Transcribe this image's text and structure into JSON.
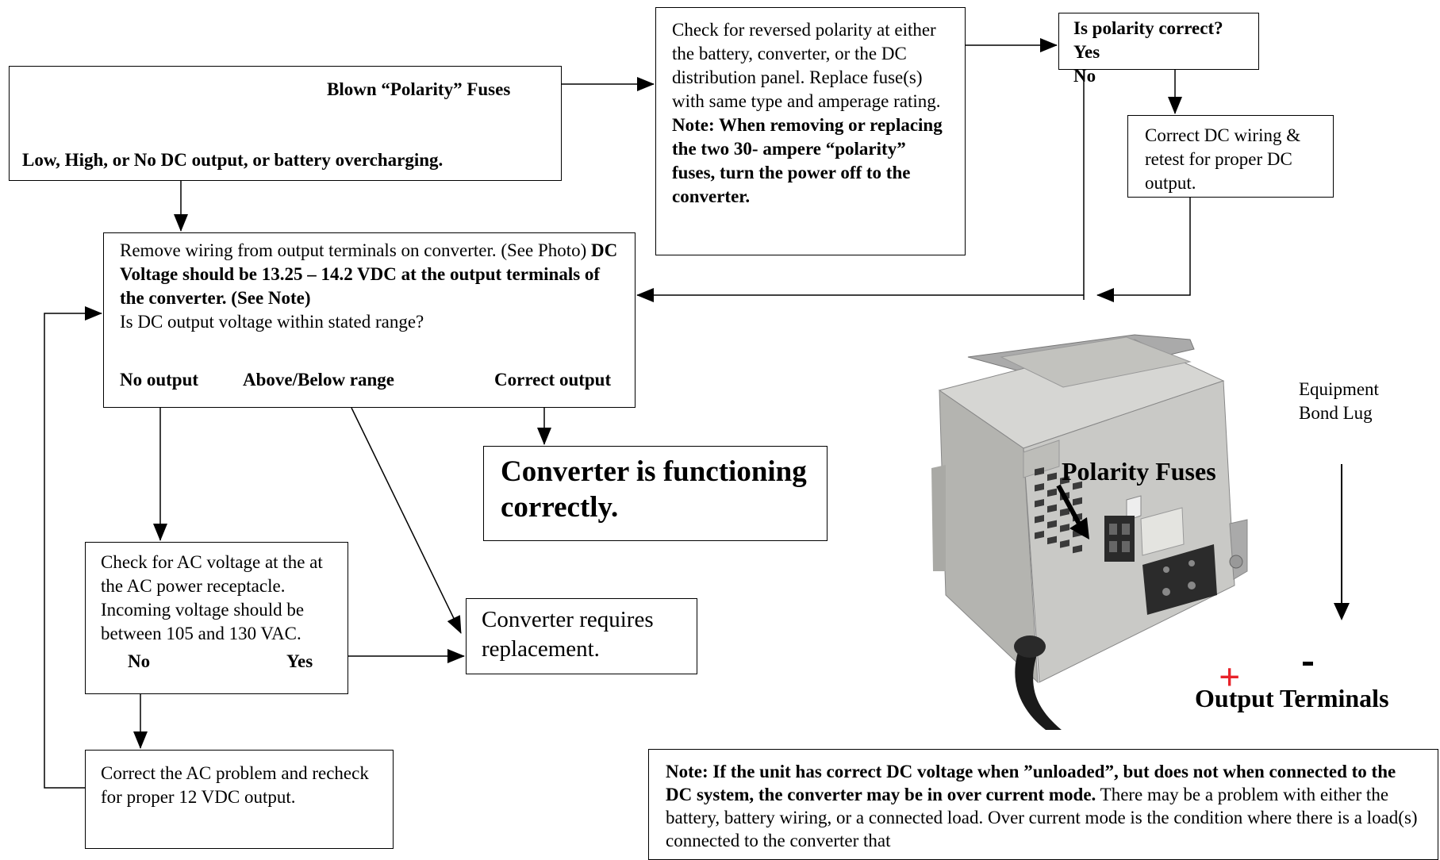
{
  "box_symptoms": {
    "line1": "Blown  “Polarity” Fuses",
    "line2": "Low, High, or No DC output, or battery overcharging."
  },
  "box_polarity_check": {
    "text": "Check for reversed polarity at either the battery, converter, or the DC distribution panel. Replace fuse(s) with same type and amperage rating.",
    "note": "Note: When removing or replacing the two 30- ampere “polarity” fuses, turn the power off to the converter."
  },
  "box_polarity_question": {
    "question": "Is polarity correct?",
    "yes": "Yes",
    "no": "No"
  },
  "box_correct_wiring": {
    "text": "Correct DC wiring & retest for proper DC output."
  },
  "box_voltage_test": {
    "line1": "Remove wiring from output terminals on converter. (See Photo)",
    "bold": "DC Voltage should be 13.25 – 14.2 VDC at the output terminals of the converter. (See Note)",
    "question": "Is DC output voltage within stated range?",
    "opt_no": "No output",
    "opt_range": "Above/Below range",
    "opt_correct": "Correct output"
  },
  "box_functioning": {
    "text": "Converter is functioning correctly."
  },
  "box_ac_check": {
    "text": "Check for AC voltage at the at the AC power receptacle. Incoming voltage should be between 105 and 130 VAC.",
    "no": "No",
    "yes": "Yes"
  },
  "box_replacement": {
    "text": "Converter requires replacement."
  },
  "box_ac_problem": {
    "text": "Correct the AC problem and recheck for proper 12 VDC output."
  },
  "box_note": {
    "bold": "Note: If the unit has correct DC voltage when ”unloaded”, but does not when connected to the DC system, the converter may be in over current mode.",
    "text": "There may be a problem with either the battery, battery wiring, or a connected load. Over current mode is the condition where there is a load(s) connected to the converter that"
  },
  "photo": {
    "fuses_label": "Polarity Fuses",
    "terminals_label": "Output Terminals",
    "lug_label": "Equipment Bond Lug",
    "plus": "+",
    "body_color": "#c9c9c6",
    "plus_color": "#e8232a"
  }
}
